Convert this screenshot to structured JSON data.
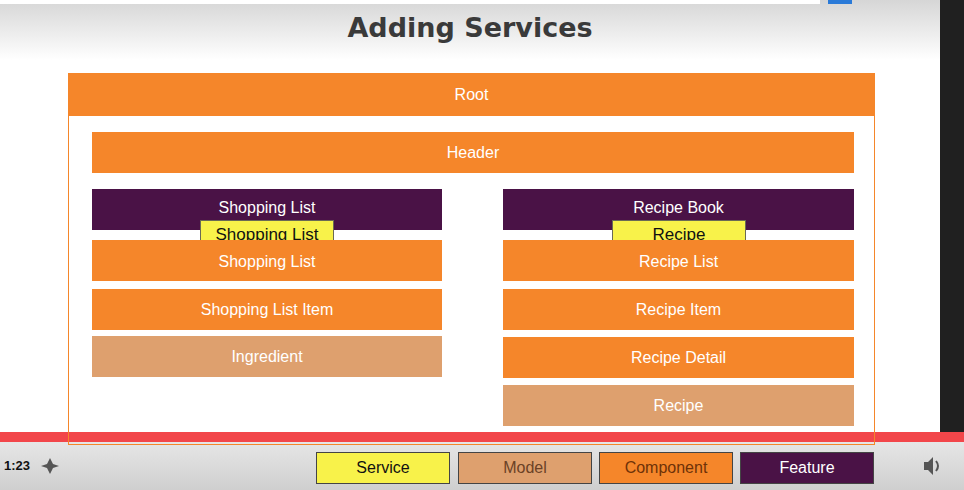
{
  "diagram": {
    "title": "Adding Services",
    "nodes": [
      {
        "text": [
          "Root"
        ]
      },
      {
        "text": [
          "Header"
        ],
        "in": 0
      },
      {
        "text": [
          "Shopping List"
        ],
        "in": 0
      },
      {
        "text": [
          "Shopping List"
        ],
        "in": 0
      },
      {
        "text": [
          "Shopping List"
        ],
        "in": 0
      },
      {
        "text": [
          "Shopping List Item"
        ],
        "in": 0
      },
      {
        "text": [
          "Ingredient"
        ],
        "in": 0
      },
      {
        "text": [
          "Recipe Book"
        ],
        "in": 0
      },
      {
        "text": [
          "Recipe"
        ],
        "in": 0
      },
      {
        "text": [
          "Recipe List"
        ],
        "in": 0
      },
      {
        "text": [
          "Recipe Item"
        ],
        "in": 0
      },
      {
        "text": [
          "Recipe Detail"
        ],
        "in": 0
      },
      {
        "text": [
          "Recipe"
        ],
        "in": 0
      }
    ],
    "labels": [
      "1:23"
    ],
    "legend": [
      {
        "text": "Service",
        "color": "#f8f24a"
      },
      {
        "text": "Model",
        "color": "#dea06e"
      },
      {
        "text": "Component",
        "color": "#f5862a"
      },
      {
        "text": "Feature",
        "color": "#4a1246"
      }
    ]
  }
}
